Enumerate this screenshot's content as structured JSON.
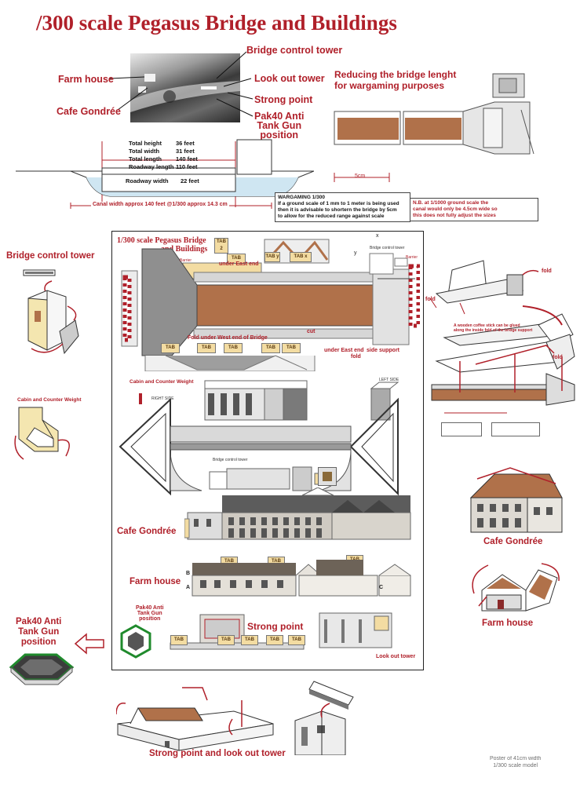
{
  "title": "/300 scale Pegasus Bridge and  Buildings",
  "photo_labels": {
    "farm_house": "Farm house",
    "cafe_gondree": "Cafe Gondrée",
    "bridge_control_tower": "Bridge control tower",
    "look_out_tower": "Look out tower",
    "strong_point": "Strong point",
    "pak40_line1": "Pak40 Anti",
    "pak40_line2": "Tank Gun",
    "pak40_line3": "position"
  },
  "dimensions": {
    "total_height": [
      "Total height",
      "36 feet"
    ],
    "total_width": [
      "Total width",
      "31 feet"
    ],
    "total_length": [
      "Total length",
      "140 feet"
    ],
    "roadway_length": [
      "Roadway length",
      "110 feet"
    ],
    "roadway_width": [
      "Roadway width",
      "22 feet"
    ],
    "canal_width": "Canal width approx 140 feet  @1/300 approx 14.3 cm"
  },
  "reduce": {
    "line1": "Reducing the bridge lenght",
    "line2": "for wargaming purposes",
    "scale_label": "5cm"
  },
  "wargaming_note": {
    "heading": "WARGAMING 1/300",
    "line1": "If a ground scale of 1 mm to 1 meter is being used",
    "line2": "then it is advisable to shortern the bridge by 5cm",
    "line3": "to allow for the  reduced range against scale"
  },
  "nb_note": {
    "line1": "N.B.      at 1/1000 ground scale the",
    "line2": "canal would only be 4.5cm wide so",
    "line3": "this does not fully adjust the sizes"
  },
  "left_labels": {
    "bridge_control_tower": "Bridge control tower",
    "cabin_counter_weight": "Cabin and Counter Weight",
    "pak40_line1": "Pak40 Anti",
    "pak40_line2": "Tank Gun",
    "pak40_line3": "position"
  },
  "sheet": {
    "title_line1": "1/300 scale Pegasus Bridge",
    "title_line2": "and  Buildings",
    "under_east_end": "under East end",
    "fold_under_west": "Fold under West end of Bridge",
    "under_east_end_2": "under East end",
    "side_support": "side support",
    "fold": "fold",
    "cut": "cut",
    "tab": "TAB",
    "tab2": "TAB 2",
    "tab_y": "TAB y",
    "tab_x": "TAB x",
    "label_x": "x",
    "label_y": "y",
    "barrier": "Barrier",
    "bridge_control_tower": "Bridge control tower",
    "cabin_counter_weight": "Cabin and Counter Weight",
    "left_side": "LEFT SIDE",
    "right_side": "RIGHT SIDE",
    "cafe_gondree": "Cafe Gondrée",
    "farm_house": "Farm house",
    "pak40_line1": "Pak40 Anti",
    "pak40_line2": "Tank Gun",
    "pak40_line3": "position",
    "strong_point": "Strong point",
    "look_out_tower": "Look out tower",
    "fold_small": "FOLD",
    "label_a": "A",
    "label_b": "B",
    "label_c": "C"
  },
  "right_labels": {
    "fold1": "fold",
    "fold2": "fold",
    "fold3": "fold",
    "coffee_stick_line1": "A wooden coffee stick can be glued",
    "coffee_stick_line2": "along the inside fold of the bridge support",
    "cafe_gondree": "Cafe Gondrée",
    "farm_house": "Farm house"
  },
  "bottom": {
    "caption": "Strong point and look out tower",
    "poster_line1": "Poster of 41cm width",
    "poster_line2": "1/300 scale model"
  },
  "colors": {
    "accent_red": "#b0202a",
    "deck_brown": "#b0714a",
    "tab_yellow": "#f3dca2",
    "steel_grey": "#8f8f8f"
  }
}
